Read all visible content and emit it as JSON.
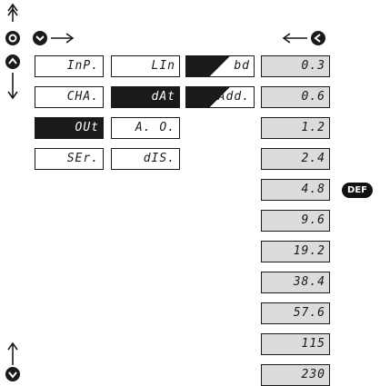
{
  "menu_col1": [
    {
      "label": "InP.",
      "style": "light"
    },
    {
      "label": "CHA.",
      "style": "light"
    },
    {
      "label": "OUt",
      "style": "dark"
    },
    {
      "label": "SEr.",
      "style": "light"
    }
  ],
  "menu_col2": [
    {
      "label": "LIn",
      "style": "light"
    },
    {
      "label": "dAt",
      "style": "dark"
    },
    {
      "label": "A. O.",
      "style": "light"
    },
    {
      "label": "dIS.",
      "style": "light"
    }
  ],
  "menu_col3": [
    {
      "label": "bd",
      "style": "wedge"
    },
    {
      "label": "Add.",
      "style": "wedge"
    }
  ],
  "baud_values": [
    "0.3",
    "0.6",
    "1.2",
    "2.4",
    "4.8",
    "9.6",
    "19.2",
    "38.4",
    "57.6",
    "115",
    "230"
  ],
  "default_badge": "DEF",
  "colors": {
    "dark": "#1a1a1a",
    "grey": "#dcdcdc",
    "line": "#1a1a1a"
  }
}
